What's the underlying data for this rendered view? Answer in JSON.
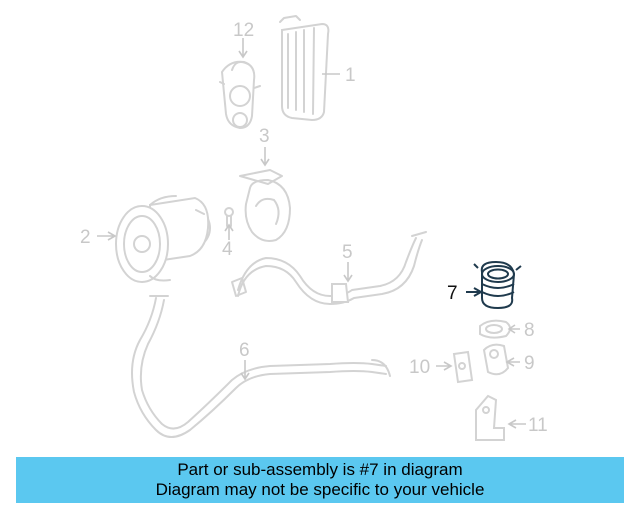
{
  "callouts": {
    "c1": "1",
    "c2": "2",
    "c3": "3",
    "c4": "4",
    "c5": "5",
    "c6": "6",
    "c7": "7",
    "c8": "8",
    "c9": "9",
    "c10": "10",
    "c11": "11",
    "c12": "12"
  },
  "highlight_color": "#5bc8f0",
  "footer": {
    "background": "#5bc8f0",
    "line1": "Part or sub-assembly is #7 in diagram",
    "line2": "Diagram may not be specific to your vehicle"
  }
}
